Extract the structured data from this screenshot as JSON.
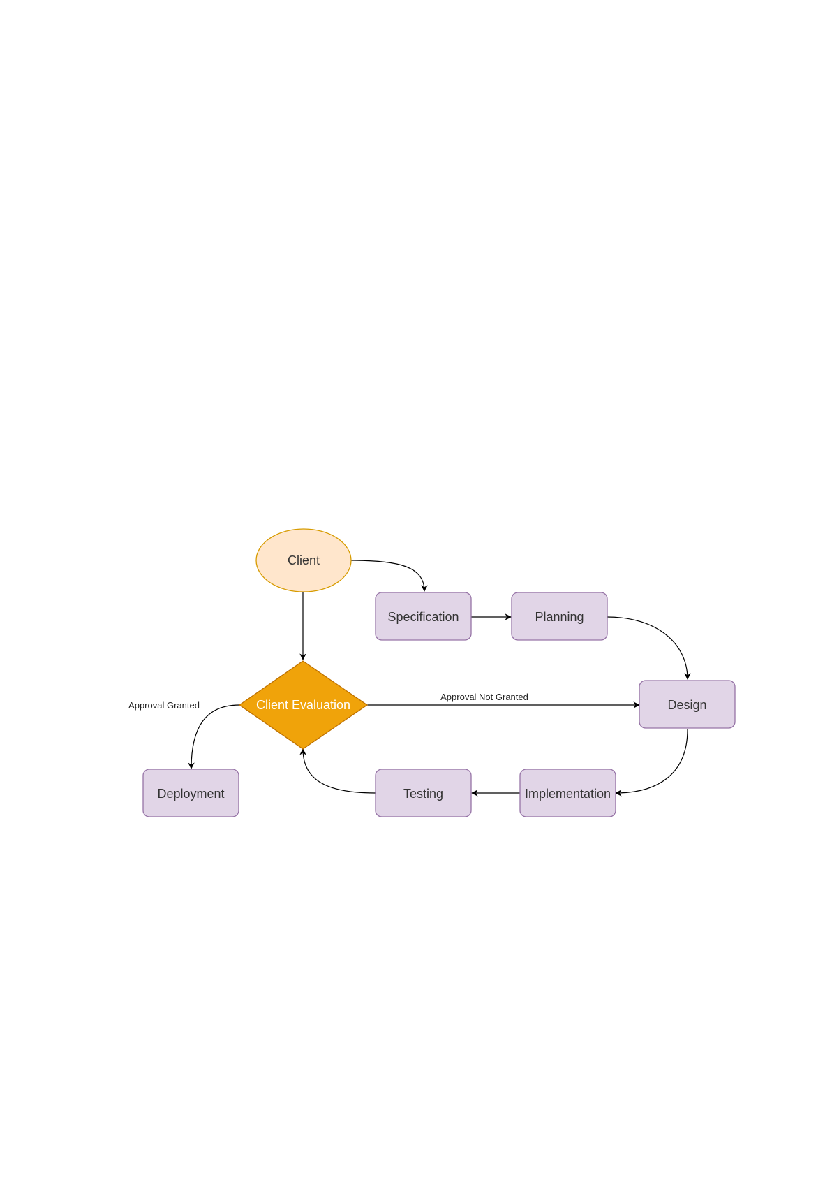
{
  "diagram": {
    "type": "flowchart",
    "colors": {
      "process_fill": "#e1d5e7",
      "process_stroke": "#9673a6",
      "start_fill": "#ffe6cc",
      "start_stroke": "#d79b00",
      "decision_fill": "#f0a30a",
      "decision_stroke": "#bd7000",
      "edge": "#000000"
    },
    "nodes": {
      "client": {
        "label": "Client",
        "shape": "ellipse"
      },
      "client_evaluation": {
        "label": "Client Evaluation",
        "shape": "diamond"
      },
      "specification": {
        "label": "Specification",
        "shape": "rounded-rectangle"
      },
      "planning": {
        "label": "Planning",
        "shape": "rounded-rectangle"
      },
      "design": {
        "label": "Design",
        "shape": "rounded-rectangle"
      },
      "implementation": {
        "label": "Implementation",
        "shape": "rounded-rectangle"
      },
      "testing": {
        "label": "Testing",
        "shape": "rounded-rectangle"
      },
      "deployment": {
        "label": "Deployment",
        "shape": "rounded-rectangle"
      }
    },
    "edges": [
      {
        "from": "Client",
        "to": "Specification",
        "label": ""
      },
      {
        "from": "Client",
        "to": "Client Evaluation",
        "label": ""
      },
      {
        "from": "Specification",
        "to": "Planning",
        "label": ""
      },
      {
        "from": "Planning",
        "to": "Design",
        "label": ""
      },
      {
        "from": "Client Evaluation",
        "to": "Design",
        "label": "Approval Not Granted"
      },
      {
        "from": "Design",
        "to": "Implementation",
        "label": ""
      },
      {
        "from": "Implementation",
        "to": "Testing",
        "label": ""
      },
      {
        "from": "Testing",
        "to": "Client Evaluation",
        "label": ""
      },
      {
        "from": "Client Evaluation",
        "to": "Deployment",
        "label": "Approval Granted"
      }
    ],
    "edge_labels": {
      "approval_not_granted": "Approval Not Granted",
      "approval_granted": "Approval Granted"
    }
  }
}
